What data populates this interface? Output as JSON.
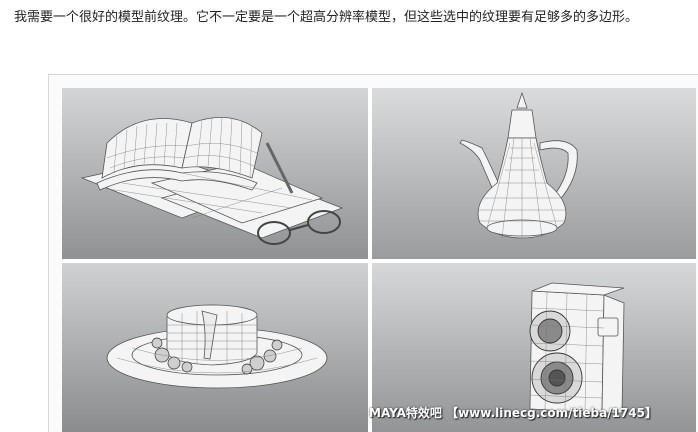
{
  "post": {
    "intro_text": "我需要一个很好的模型前纹理。它不一定要是一个超高分辨率模型，但这些选中的纹理要有足够多的多边形。"
  },
  "image": {
    "tiles": [
      {
        "subject": "books-and-glasses-wireframe"
      },
      {
        "subject": "teapot-wireframe"
      },
      {
        "subject": "pancakes-plate-wireframe"
      },
      {
        "subject": "camera-wireframe"
      }
    ],
    "watermark": "MAYA特效吧 【www.linecg.com/tieba/1745】"
  },
  "colors": {
    "background": "#ffffff",
    "frame_border": "#d8d8d8",
    "tile_light": "#d5d7d8",
    "tile_dark": "#8f9193",
    "model_white": "#f4f4f4",
    "wire_line": "#555555"
  }
}
